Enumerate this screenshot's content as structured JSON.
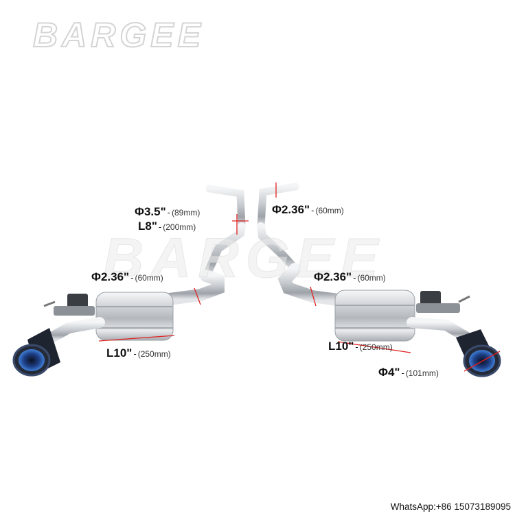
{
  "brand": {
    "logo_text": "BARGEE",
    "watermark_text": "BARGEE"
  },
  "dimensions": [
    {
      "id": "inlet",
      "main": "Φ3.5\"",
      "sep": "-",
      "mm": "(89mm)"
    },
    {
      "id": "xpipe-length",
      "main": "L8\"",
      "sep": "-",
      "mm": "(200mm)"
    },
    {
      "id": "outlet-top",
      "main": "Φ2.36\"",
      "sep": "-",
      "mm": "(60mm)"
    },
    {
      "id": "left-pipe",
      "main": "Φ2.36\"",
      "sep": "-",
      "mm": "(60mm)"
    },
    {
      "id": "right-pipe",
      "main": "Φ2.36\"",
      "sep": "-",
      "mm": "(60mm)"
    },
    {
      "id": "left-muffler",
      "main": "L10\"",
      "sep": "-",
      "mm": "(250mm)"
    },
    {
      "id": "right-muffler",
      "main": "L10\"",
      "sep": "-",
      "mm": "(250mm)"
    },
    {
      "id": "tip",
      "main": "Φ4\"",
      "sep": "-",
      "mm": "(101mm)"
    }
  ],
  "contact": {
    "text": "WhatsApp:+86 15073189095"
  },
  "colors": {
    "pipe": "#c9cdd2",
    "muffler": "#d7dadd",
    "tip": "#1d2230",
    "tip_inner": "#2c5fb0",
    "dimension_line": "#e02020"
  }
}
